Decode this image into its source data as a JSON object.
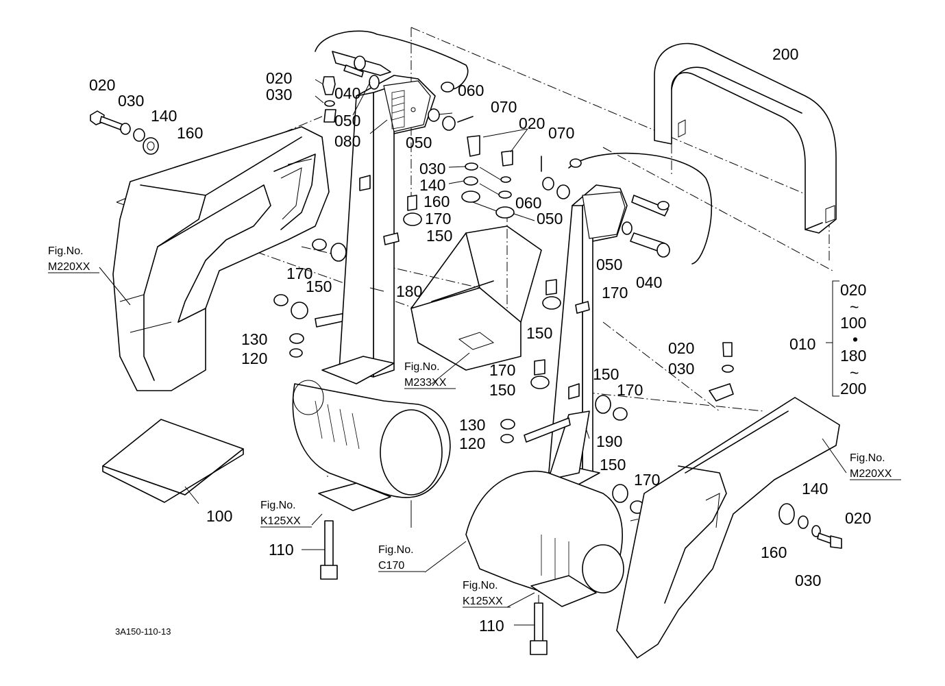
{
  "diagram": {
    "drawing_code": "3A150-110-13",
    "callouts": [
      {
        "id": "c020a",
        "text": "020"
      },
      {
        "id": "c030a",
        "text": "030"
      },
      {
        "id": "c140a",
        "text": "140"
      },
      {
        "id": "c160a",
        "text": "160"
      },
      {
        "id": "c020b",
        "text": "020"
      },
      {
        "id": "c030b",
        "text": "030"
      },
      {
        "id": "c040a",
        "text": "040"
      },
      {
        "id": "c050a",
        "text": "050"
      },
      {
        "id": "c080",
        "text": "080"
      },
      {
        "id": "c060a",
        "text": "060"
      },
      {
        "id": "c050b",
        "text": "050"
      },
      {
        "id": "c070a",
        "text": "070"
      },
      {
        "id": "c020c",
        "text": "020"
      },
      {
        "id": "c070b",
        "text": "070"
      },
      {
        "id": "c030c",
        "text": "030"
      },
      {
        "id": "c140b",
        "text": "140"
      },
      {
        "id": "c160b",
        "text": "160"
      },
      {
        "id": "c060b",
        "text": "060"
      },
      {
        "id": "c170a",
        "text": "170"
      },
      {
        "id": "c050c",
        "text": "050"
      },
      {
        "id": "c150a",
        "text": "150"
      },
      {
        "id": "c200",
        "text": "200"
      },
      {
        "id": "c050d",
        "text": "050"
      },
      {
        "id": "c040b",
        "text": "040"
      },
      {
        "id": "c170b",
        "text": "170"
      },
      {
        "id": "c150b",
        "text": "150"
      },
      {
        "id": "c180",
        "text": "180"
      },
      {
        "id": "c170c",
        "text": "170"
      },
      {
        "id": "c150c",
        "text": "150"
      },
      {
        "id": "c130a",
        "text": "130"
      },
      {
        "id": "c120a",
        "text": "120"
      },
      {
        "id": "c170d",
        "text": "170"
      },
      {
        "id": "c150d",
        "text": "150"
      },
      {
        "id": "c020d",
        "text": "020"
      },
      {
        "id": "c030d",
        "text": "030"
      },
      {
        "id": "c150e",
        "text": "150"
      },
      {
        "id": "c170e",
        "text": "170"
      },
      {
        "id": "c130b",
        "text": "130"
      },
      {
        "id": "c120b",
        "text": "120"
      },
      {
        "id": "c190",
        "text": "190"
      },
      {
        "id": "c150f",
        "text": "150"
      },
      {
        "id": "c170f",
        "text": "170"
      },
      {
        "id": "c140c",
        "text": "140"
      },
      {
        "id": "c020e",
        "text": "020"
      },
      {
        "id": "c160c",
        "text": "160"
      },
      {
        "id": "c030e",
        "text": "030"
      },
      {
        "id": "c100",
        "text": "100"
      },
      {
        "id": "c110a",
        "text": "110"
      },
      {
        "id": "c110b",
        "text": "110"
      },
      {
        "id": "c010",
        "text": "010"
      }
    ],
    "assembly_range": {
      "from1": "020",
      "tilde1": "~",
      "to1": "100",
      "dot": "•",
      "from2": "180",
      "tilde2": "~",
      "to2": "200"
    },
    "figure_refs": [
      {
        "id": "f1",
        "line1": "Fig.No.",
        "line2": "M220XX"
      },
      {
        "id": "f2",
        "line1": "Fig.No.",
        "line2": "M233XX"
      },
      {
        "id": "f3",
        "line1": "Fig.No.",
        "line2": "M220XX"
      },
      {
        "id": "f4",
        "line1": "Fig.No.",
        "line2": "K125XX"
      },
      {
        "id": "f5",
        "line1": "Fig.No.",
        "line2": "C170"
      },
      {
        "id": "f6",
        "line1": "Fig.No.",
        "line2": "K125XX"
      }
    ]
  }
}
